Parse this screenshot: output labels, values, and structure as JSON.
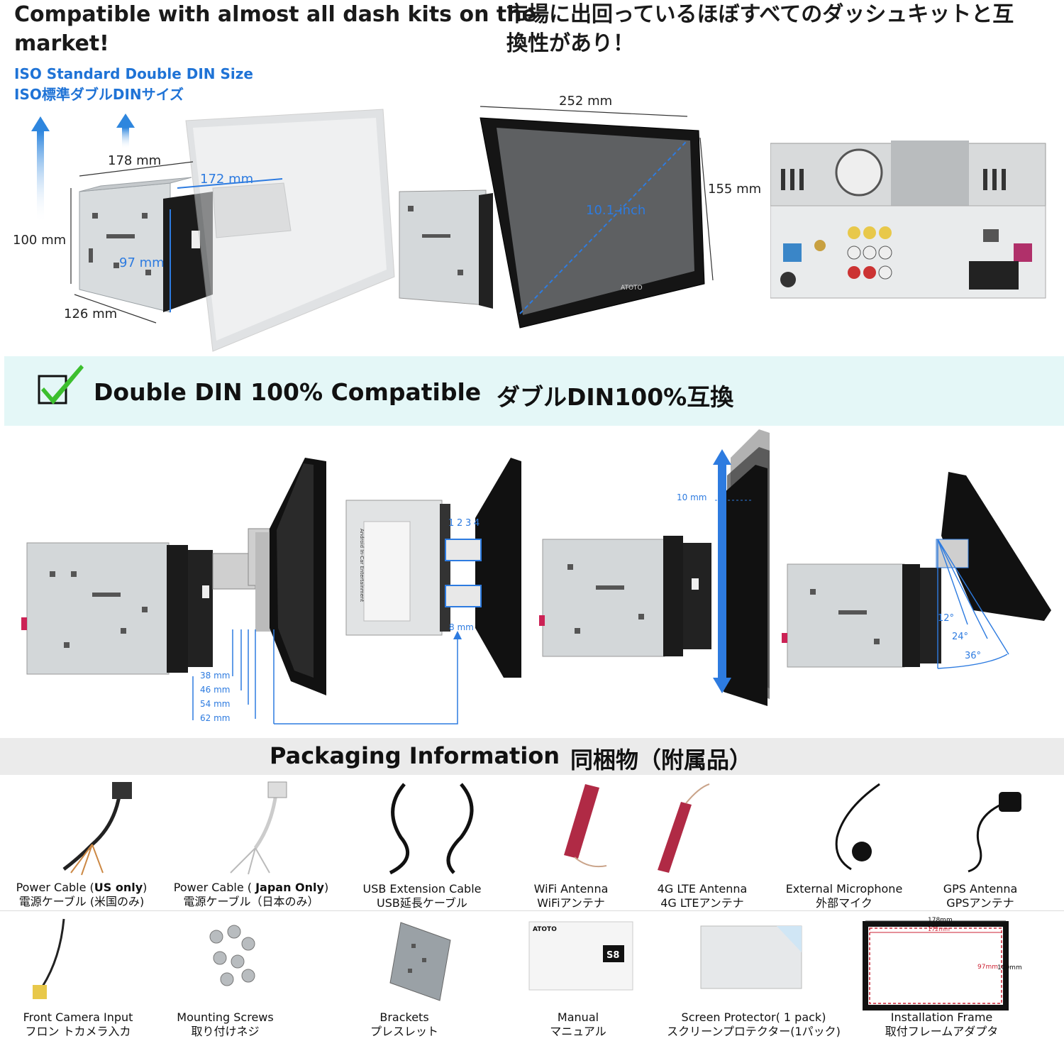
{
  "header": {
    "title_en_line1": "Compatible with almost all dash kits on the",
    "title_en_line2": "market!",
    "title_jp_line1": "市場に出回っているほぼすべてのダッシュキットと互",
    "title_jp_line2": "換性があり！",
    "iso_en": "ISO Standard Double DIN Size",
    "iso_jp": "ISO標準ダブルDINサイズ"
  },
  "dimensions": {
    "width_178": "178 mm",
    "width_172": "172 mm",
    "height_100": "100 mm",
    "height_97": "97 mm",
    "depth_126": "126 mm",
    "screen_width": "252 mm",
    "screen_height": "155 mm",
    "diagonal": "10.1-inch",
    "brand": "ATOTO"
  },
  "banner": {
    "en": "Double DIN 100% Compatible",
    "jp": "ダブルDIN100%互換"
  },
  "adjust": {
    "offsets": [
      "38 mm",
      "46 mm",
      "54 mm",
      "62 mm"
    ],
    "positions": [
      "1",
      "2",
      "3",
      "4"
    ],
    "bracket_gap": "8 mm",
    "vertical_step": "10 mm",
    "angles": [
      "12°",
      "24°",
      "36°"
    ],
    "label_text": "Android In-Car Entertainment"
  },
  "packaging": {
    "title_en": "Packaging Information",
    "title_jp": "同梱物（附属品）",
    "row1": [
      {
        "en_pre": "Power Cable (",
        "en_bold": "US only",
        "en_post": ")",
        "jp": "電源ケーブル (米国のみ)"
      },
      {
        "en_pre": "Power Cable ( ",
        "en_bold": "Japan Only",
        "en_post": ")",
        "jp": "電源ケーブル（日本のみ）"
      },
      {
        "en_pre": "USB Extension Cable",
        "en_bold": "",
        "en_post": "",
        "jp": "USB延長ケーブル"
      },
      {
        "en_pre": "WiFi Antenna",
        "en_bold": "",
        "en_post": "",
        "jp": "WiFiアンテナ"
      },
      {
        "en_pre": "4G LTE Antenna",
        "en_bold": "",
        "en_post": "",
        "jp": "4G LTEアンテナ"
      },
      {
        "en_pre": "External Microphone",
        "en_bold": "",
        "en_post": "",
        "jp": "外部マイク"
      },
      {
        "en_pre": "GPS Antenna",
        "en_bold": "",
        "en_post": "",
        "jp": "GPSアンテナ"
      }
    ],
    "row2": [
      {
        "en": "Front Camera Input",
        "jp": "フロン トカメラ入カ"
      },
      {
        "en": "Mounting Screws",
        "jp": "取り付けネジ"
      },
      {
        "en": "Brackets",
        "jp": "プレスレット"
      },
      {
        "en": "Manual",
        "jp": "マニュアル"
      },
      {
        "en": "Screen Protector( 1 pack)",
        "jp": "スクリーンプロテクター(1パック)"
      },
      {
        "en": "Installation Frame",
        "jp": "取付フレームアダプタ"
      }
    ],
    "manual_brand": "ATOTO",
    "manual_badge": "S8",
    "frame_dims": {
      "outer_w": "178mm",
      "inner_w": "172mm",
      "inner_h": "97mm",
      "outer_h": "100mm"
    }
  },
  "colors": {
    "accent_blue": "#1f73d6",
    "banner_bg": "#e4f7f7",
    "pack_bar_bg": "#ebebeb",
    "check_green": "#3cbf2e"
  }
}
